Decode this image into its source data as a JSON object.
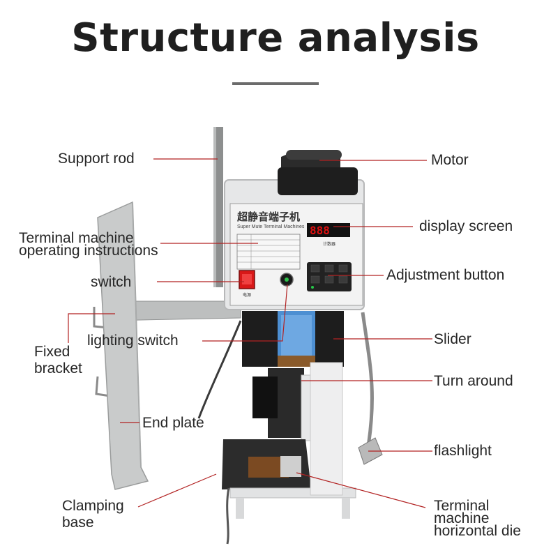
{
  "title": "Structure analysis",
  "machine": {
    "panel_title_cn": "超静音端子机",
    "panel_title_en": "Super Mute Terminal Machines",
    "display_digits": "888",
    "display_caption": "计数器",
    "power_caption": "电源"
  },
  "labels": {
    "support_rod": "Support rod",
    "motor": "Motor",
    "operating_instructions_1": "Terminal machine",
    "operating_instructions_2": "operating instructions",
    "display_screen": "display screen",
    "switch": "switch",
    "adjustment_button": "Adjustment button",
    "fixed_bracket_1": "Fixed",
    "fixed_bracket_2": "bracket",
    "lighting_switch": "lighting switch",
    "slider": "Slider",
    "turn_around": "Turn around",
    "end_plate": "End plate",
    "flashlight": "flashlight",
    "clamping_base_1": "Clamping",
    "clamping_base_2": "base",
    "horizontal_die_1": "Terminal",
    "horizontal_die_2": "machine",
    "horizontal_die_3": "horizontal die"
  },
  "colors": {
    "leader_line": "#b22222",
    "title_text": "#1f1f1f",
    "label_text": "#262626",
    "display_led": "#e01010",
    "power_switch": "#d81818"
  }
}
